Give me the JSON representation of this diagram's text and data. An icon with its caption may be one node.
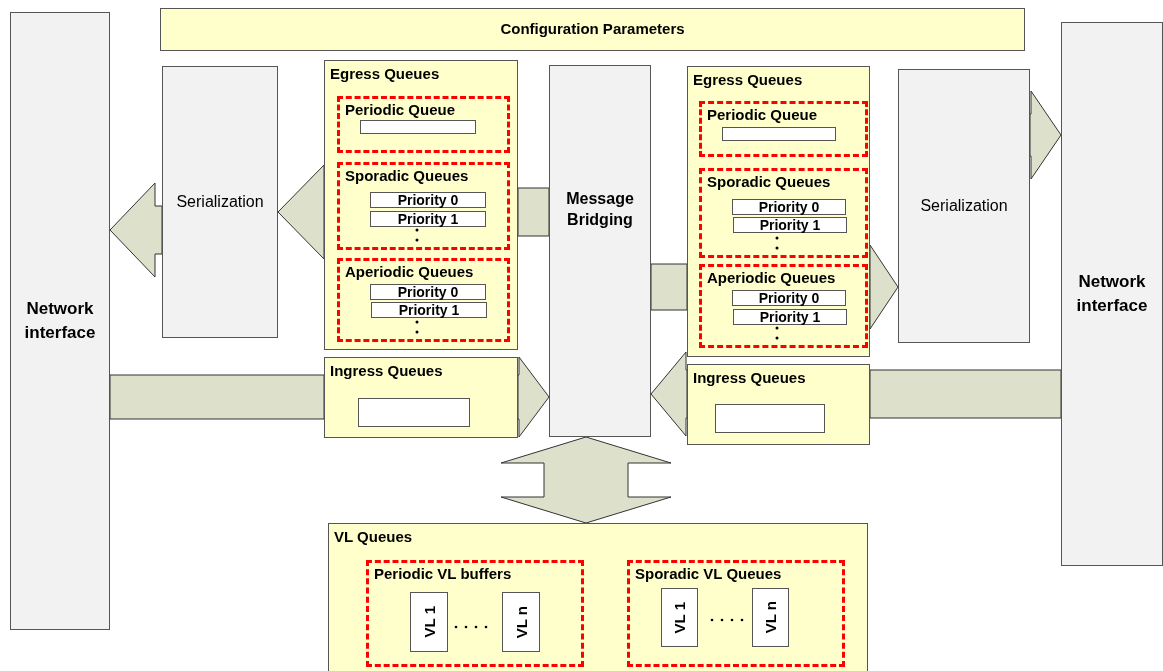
{
  "diagram": {
    "nodes": [
      {
        "text": [
          "Configuration Parameters"
        ]
      },
      {
        "text": [
          "Network interface"
        ]
      },
      {
        "text": [
          "Serialization"
        ]
      },
      {
        "text": [
          "Egress Queues"
        ]
      },
      {
        "text": [
          "Periodic Queue"
        ],
        "in": 3
      },
      {
        "text": [],
        "shape": "box",
        "in": 4
      },
      {
        "text": [
          "Sporadic Queues"
        ],
        "in": 3
      },
      {
        "text": [
          "Priority 0"
        ],
        "in": 6
      },
      {
        "text": [
          "Priority 1"
        ],
        "in": 6
      },
      {
        "text": [
          "Aperiodic Queues"
        ],
        "in": 3
      },
      {
        "text": [
          "Priority 0"
        ],
        "in": 9
      },
      {
        "text": [
          "Priority 1"
        ],
        "in": 9
      },
      {
        "text": [
          "Message Bridging"
        ]
      },
      {
        "text": [
          "Egress Queues"
        ]
      },
      {
        "text": [
          "Periodic Queue"
        ],
        "in": 13
      },
      {
        "text": [],
        "shape": "box",
        "in": 14
      },
      {
        "text": [
          "Sporadic Queues"
        ],
        "in": 13
      },
      {
        "text": [
          "Priority 0"
        ],
        "in": 16
      },
      {
        "text": [
          "Priority 1"
        ],
        "in": 16
      },
      {
        "text": [
          "Aperiodic Queues"
        ],
        "in": 13
      },
      {
        "text": [
          "Priority 0"
        ],
        "in": 19
      },
      {
        "text": [
          "Priority 1"
        ],
        "in": 19
      },
      {
        "text": [
          "Serialization"
        ]
      },
      {
        "text": [
          "Network interface"
        ]
      },
      {
        "text": [
          "Ingress Queues"
        ]
      },
      {
        "text": [],
        "shape": "box",
        "in": 24
      },
      {
        "text": [
          "Ingress Queues"
        ]
      },
      {
        "text": [],
        "shape": "box",
        "in": 26
      },
      {
        "text": [
          "VL Queues"
        ]
      },
      {
        "text": [
          "Periodic VL buffers"
        ],
        "in": 28
      },
      {
        "text": [
          "VL 1"
        ],
        "in": 29
      },
      {
        "text": [
          "VL n"
        ],
        "in": 29
      },
      {
        "text": [
          "Sporadic VL Queues"
        ],
        "in": 28
      },
      {
        "text": [
          "VL 1"
        ],
        "in": 32
      },
      {
        "text": [
          "VL n"
        ],
        "in": 32
      }
    ],
    "edges": [
      {
        "from": 3,
        "to": 2,
        "arrow": "to"
      },
      {
        "from": 2,
        "to": 1,
        "arrow": "to"
      },
      {
        "from": 12,
        "to": 3,
        "arrow": "none"
      },
      {
        "from": 12,
        "to": 13,
        "arrow": "none"
      },
      {
        "from": 13,
        "to": 22,
        "arrow": "to"
      },
      {
        "from": 22,
        "to": 23,
        "arrow": "to"
      },
      {
        "from": 1,
        "to": 24,
        "arrow": "none"
      },
      {
        "from": 24,
        "to": 12,
        "arrow": "to"
      },
      {
        "from": 23,
        "to": 26,
        "arrow": "none"
      },
      {
        "from": 26,
        "to": 12,
        "arrow": "to"
      },
      {
        "from": 12,
        "to": 28,
        "arrow": "both"
      }
    ]
  }
}
